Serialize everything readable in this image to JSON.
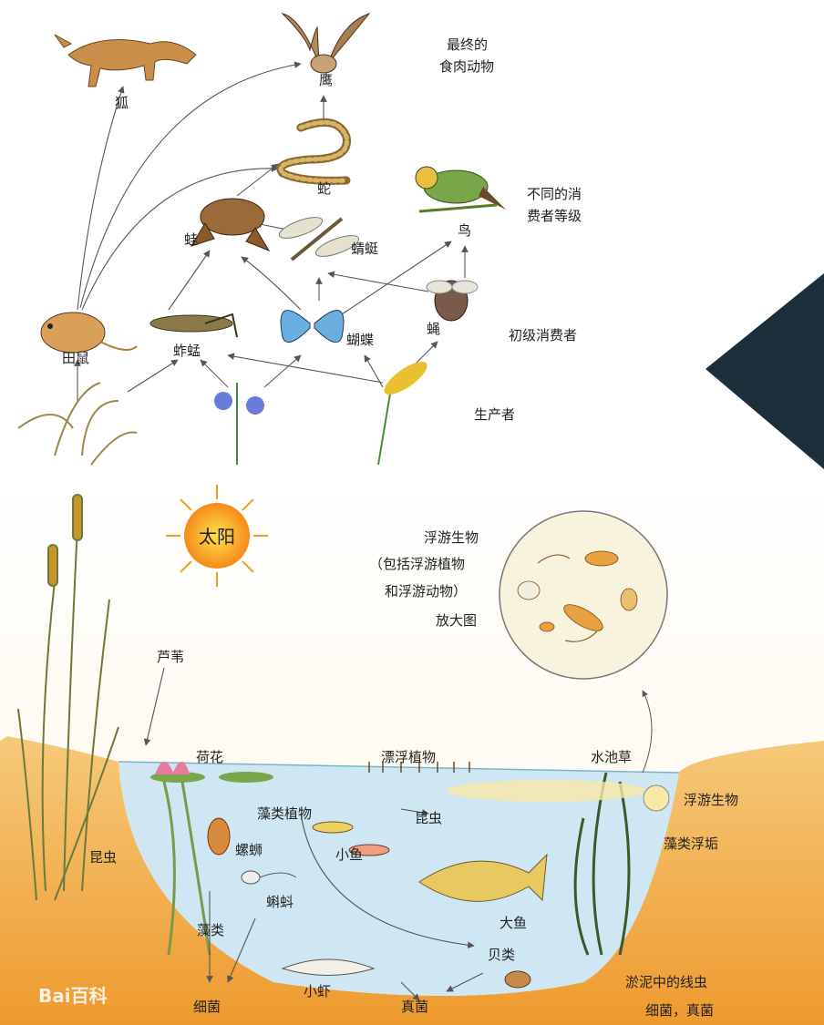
{
  "food_web": {
    "levels": {
      "top_carnivore": [
        "最终的",
        "食肉动物"
      ],
      "consumers": [
        "不同的消",
        "费者等级"
      ],
      "primary": "初级消费者",
      "producers": "生产者"
    },
    "animals": {
      "fox": "狐",
      "hawk": "鹰",
      "snake": "蛇",
      "frog": "蛙",
      "dragonfly": "蜻蜓",
      "bird": "鸟",
      "field_mouse": "田鼠",
      "grasshopper": "蚱蜢",
      "butterfly": "蝴蝶",
      "fly": "蝇"
    }
  },
  "pond": {
    "sun": "太阳",
    "plankton_title": [
      "浮游生物",
      "（包括浮游植物",
      "和浮游动物）",
      "放大图"
    ],
    "labels": {
      "reed": "芦苇",
      "lotus": "荷花",
      "floating_plants": "漂浮植物",
      "pondweed": "水池草",
      "plankton": "浮游生物",
      "algae_scum": "藻类浮垢",
      "insect_left": "昆虫",
      "insect_mid": "昆虫",
      "algae_plants": "藻类植物",
      "snail": "螺蛳",
      "small_fish": "小鱼",
      "big_fish": "大鱼",
      "tadpole": "蝌蚪",
      "algae": "藻类",
      "shrimp": "小虾",
      "shellfish": "贝类",
      "bacteria": "细菌",
      "fungi": "真菌",
      "worms": "淤泥中的线虫",
      "bac_fungi": "细菌，真菌"
    }
  },
  "watermark": {
    "pond": "Bai百科"
  },
  "colors": {
    "water": "#cfe7f2",
    "mud": "#f0a640",
    "sky": "#fffaf0",
    "nav": "#1b2e3a"
  }
}
